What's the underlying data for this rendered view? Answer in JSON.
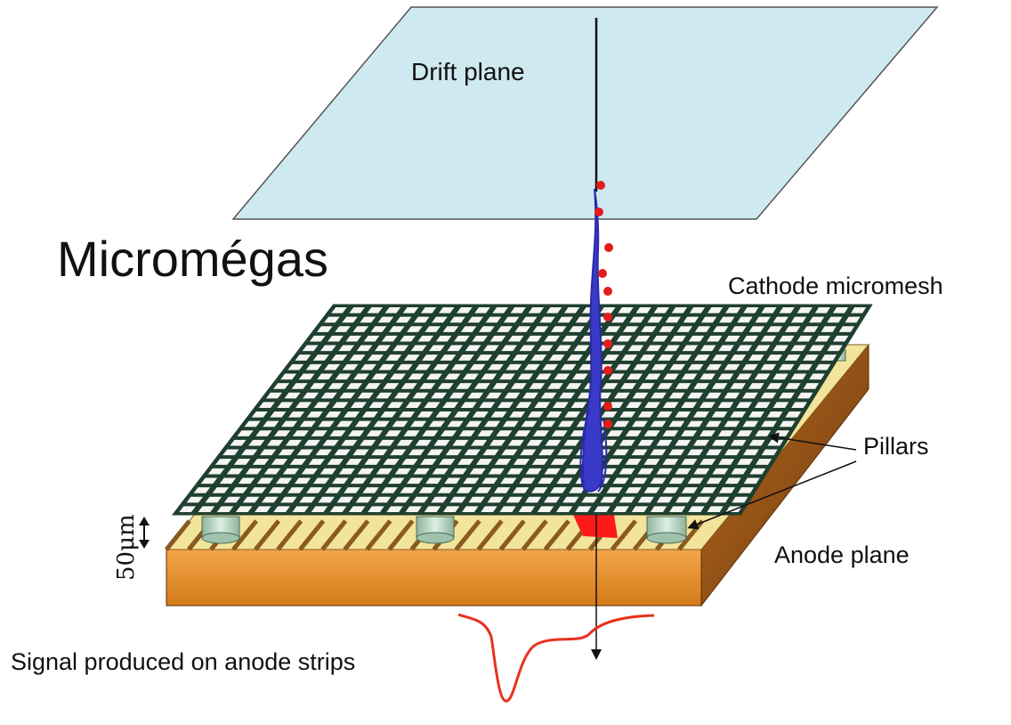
{
  "title": "Micromégas",
  "labels": {
    "drift_plane": "Drift plane",
    "cathode_micromesh": "Cathode micromesh",
    "pillars": "Pillars",
    "anode_plane": "Anode plane",
    "gap": "50μm",
    "signal": "Signal produced on anode strips"
  },
  "colors": {
    "drift_plane": "#cfe9f0",
    "mesh": "#1f3f2f",
    "mesh_holes": "#f4f4f4",
    "anode_body": "#e9932a",
    "anode_top": "#f2e49a",
    "pillar": "#b7d3c0",
    "track": "#3a3ac8",
    "electrons": "#e51c1c",
    "signal": "#e8311f"
  }
}
